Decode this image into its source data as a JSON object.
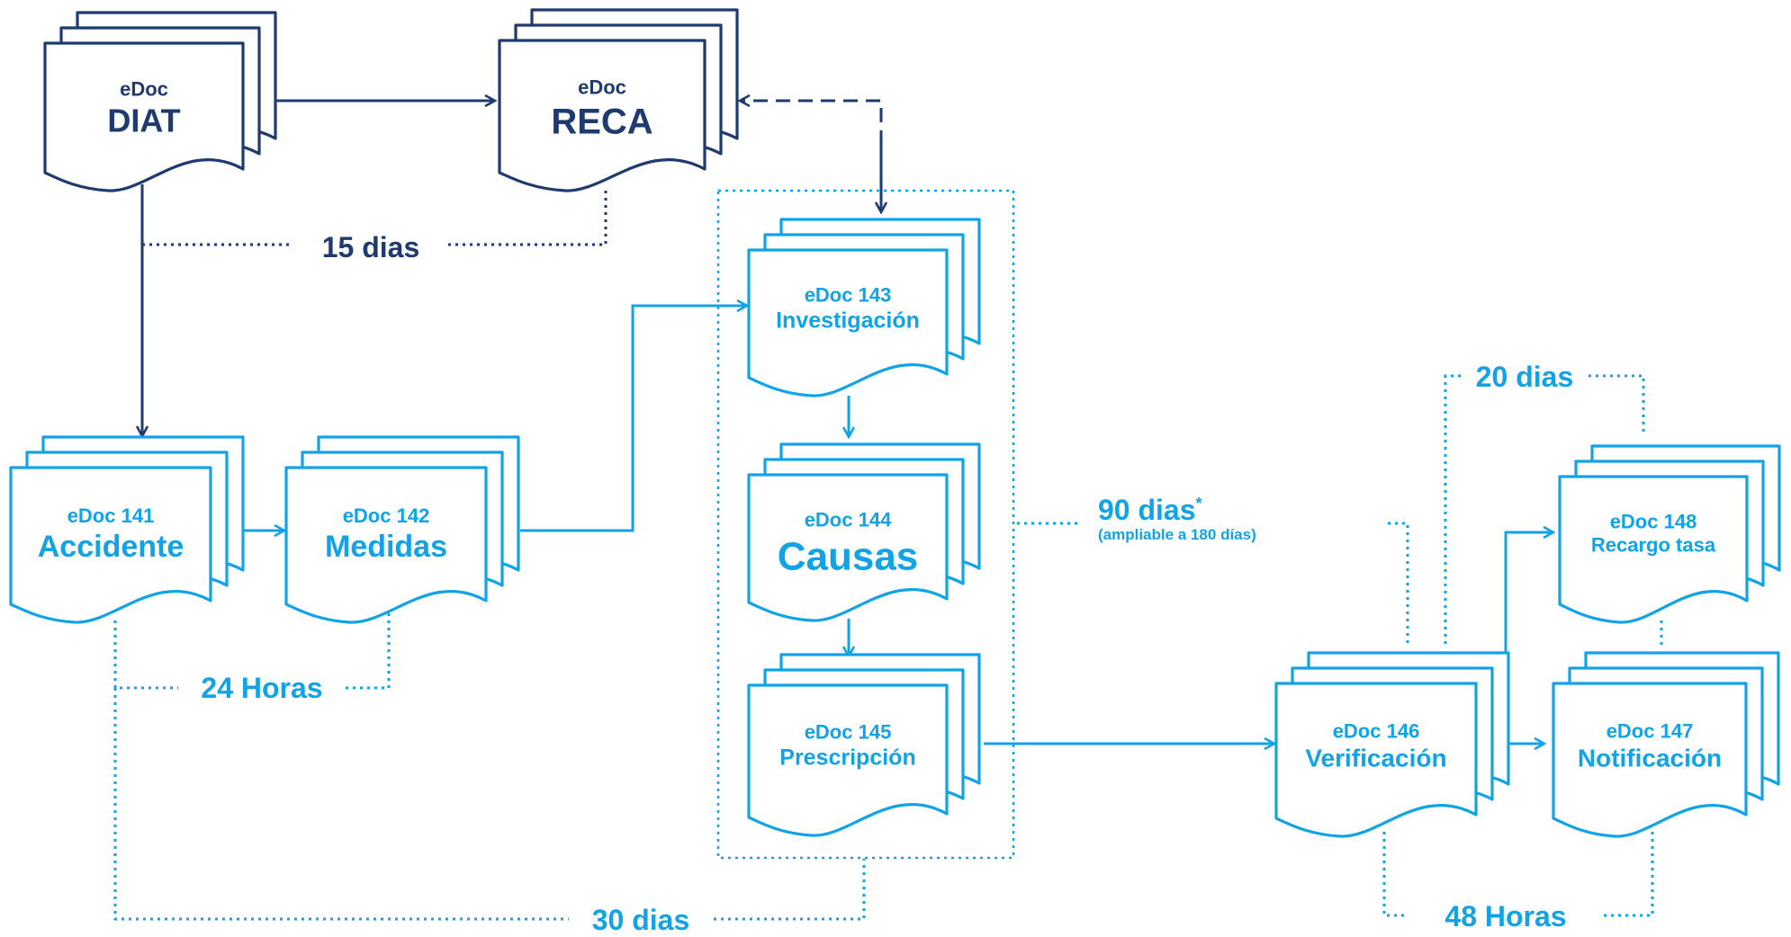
{
  "colors": {
    "dark": "#1e3a6e",
    "blue": "#12a3e6",
    "background": "#ffffff"
  },
  "docs": {
    "diat": {
      "sub": "eDoc",
      "title": "DIAT"
    },
    "reca": {
      "sub": "eDoc",
      "title": "RECA"
    },
    "d141": {
      "sub": "eDoc 141",
      "title": "Accidente"
    },
    "d142": {
      "sub": "eDoc 142",
      "title": "Medidas"
    },
    "d143": {
      "sub": "eDoc 143",
      "title": "Investigación"
    },
    "d144": {
      "sub": "eDoc 144",
      "title": "Causas"
    },
    "d145": {
      "sub": "eDoc 145",
      "title": "Prescripción"
    },
    "d146": {
      "sub": "eDoc 146",
      "title": "Verificación"
    },
    "d147": {
      "sub": "eDoc 147",
      "title": "Notificación"
    },
    "d148": {
      "sub": "eDoc 148",
      "title": "Recargo tasa"
    }
  },
  "labels": {
    "dias15": "15 dias",
    "horas24": "24 Horas",
    "dias30": "30 dias",
    "dias90": "90 dias",
    "dias90_mark": "*",
    "dias90_note": "(ampliable a 180 días)",
    "dias20": "20 dias",
    "horas48": "48 Horas"
  }
}
